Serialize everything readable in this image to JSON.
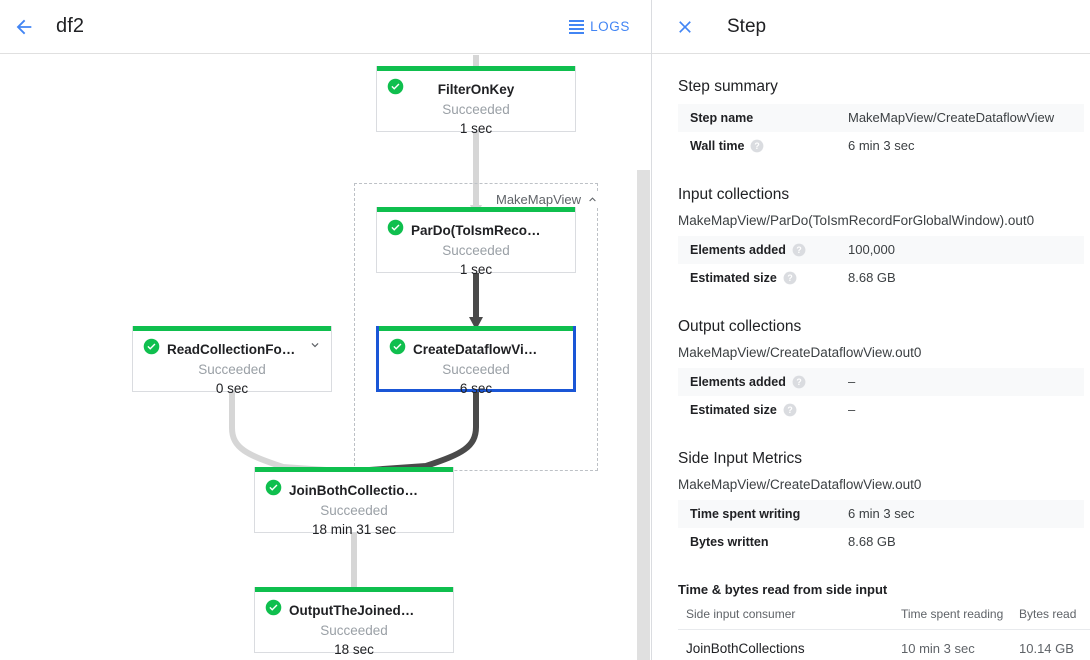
{
  "topbar": {
    "back_icon": "arrow-back-icon",
    "job_title": "df2",
    "logs_label": "LOGS",
    "logs_icon": "list-icon",
    "accent_color": "#4285f4"
  },
  "graph": {
    "group": {
      "label": "MakeMapView",
      "collapse_icon": "chevron-up-icon"
    },
    "nodes": [
      {
        "name": "FilterOnKey",
        "status": "Succeeded",
        "time": "1 sec",
        "status_icon": "check-circle-icon",
        "selected": false,
        "expandable": false
      },
      {
        "name": "ParDo(ToIsmRecordFor…",
        "status": "Succeeded",
        "time": "1 sec",
        "status_icon": "check-circle-icon",
        "selected": false,
        "expandable": false
      },
      {
        "name": "ReadCollectionForJoin",
        "status": "Succeeded",
        "time": "0 sec",
        "status_icon": "check-circle-icon",
        "selected": false,
        "expandable": true,
        "expand_icon": "chevron-down-icon"
      },
      {
        "name": "CreateDataflowView",
        "status": "Succeeded",
        "time": "6 sec",
        "status_icon": "check-circle-icon",
        "selected": true,
        "expandable": false
      },
      {
        "name": "JoinBothCollections",
        "status": "Succeeded",
        "time": "18 min 31 sec",
        "status_icon": "check-circle-icon",
        "selected": false,
        "expandable": false
      },
      {
        "name": "OutputTheJoinedCollec…",
        "status": "Succeeded",
        "time": "18 sec",
        "status_icon": "check-circle-icon",
        "selected": false,
        "expandable": false
      }
    ],
    "colors": {
      "success_accent": "#0fbf4e",
      "selected_border": "#1a56d6",
      "edge_light": "#d6d6d6",
      "edge_dark": "#4a4a4a"
    }
  },
  "right_panel": {
    "close_icon": "close-icon",
    "title": "Step",
    "step_summary": {
      "heading": "Step summary",
      "rows": [
        {
          "key": "Step name",
          "value": "MakeMapView/CreateDataflowView",
          "help": false
        },
        {
          "key": "Wall time",
          "value": "6 min 3 sec",
          "help": true
        }
      ]
    },
    "input_collections": {
      "heading": "Input collections",
      "collection": "MakeMapView/ParDo(ToIsmRecordForGlobalWindow).out0",
      "rows": [
        {
          "key": "Elements added",
          "value": "100,000",
          "help": true
        },
        {
          "key": "Estimated size",
          "value": "8.68 GB",
          "help": true
        }
      ]
    },
    "output_collections": {
      "heading": "Output collections",
      "collection": "MakeMapView/CreateDataflowView.out0",
      "rows": [
        {
          "key": "Elements added",
          "value": "–",
          "help": true
        },
        {
          "key": "Estimated size",
          "value": "–",
          "help": true
        }
      ]
    },
    "side_input_metrics": {
      "heading": "Side Input Metrics",
      "collection": "MakeMapView/CreateDataflowView.out0",
      "rows": [
        {
          "key": "Time spent writing",
          "value": "6 min 3 sec",
          "help": false
        },
        {
          "key": "Bytes written",
          "value": "8.68 GB",
          "help": false
        }
      ]
    },
    "side_input_table": {
      "heading": "Time & bytes read from side input",
      "columns": [
        "Side input consumer",
        "Time spent reading",
        "Bytes read"
      ],
      "rows": [
        [
          "JoinBothCollections",
          "10 min 3 sec",
          "10.14 GB"
        ]
      ]
    }
  }
}
